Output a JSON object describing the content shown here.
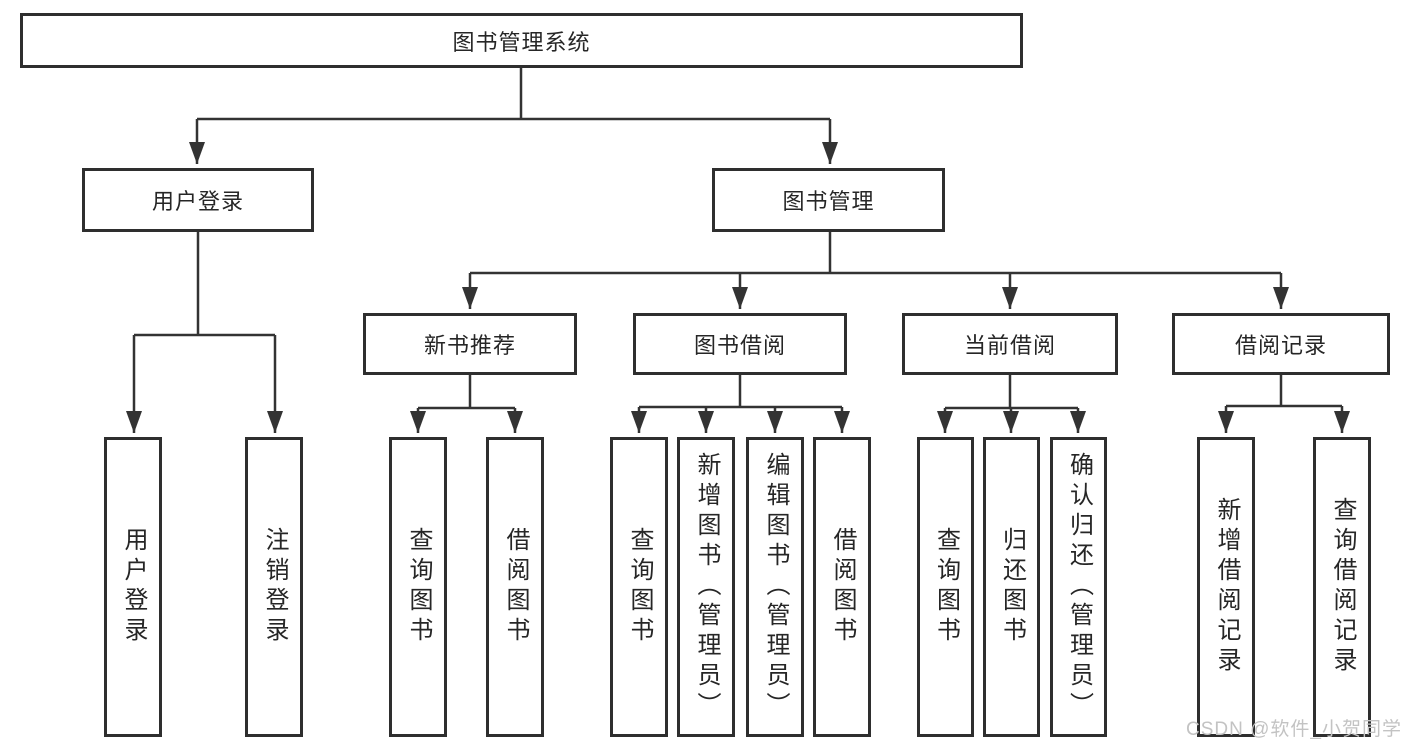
{
  "diagram": {
    "title_node": {
      "label": "图书管理系统"
    },
    "level2": {
      "user_login": {
        "label": "用户登录"
      },
      "book_mgmt": {
        "label": "图书管理"
      }
    },
    "level3": {
      "new_book_rec": {
        "label": "新书推荐"
      },
      "book_borrow": {
        "label": "图书借阅"
      },
      "current_borrow": {
        "label": "当前借阅"
      },
      "borrow_record": {
        "label": "借阅记录"
      }
    },
    "leaves": {
      "user_login_group": {
        "leaf_user_login": {
          "label": "用户登录"
        },
        "leaf_logout": {
          "label": "注销登录"
        }
      },
      "new_book_rec_group": {
        "leaf_query_book": {
          "label": "查询图书"
        },
        "leaf_borrow_book": {
          "label": "借阅图书"
        }
      },
      "book_borrow_group": {
        "leaf_query_book": {
          "label": "查询图书"
        },
        "leaf_add_book_admin": {
          "label": "新增图书（管理员）"
        },
        "leaf_edit_book_admin": {
          "label": "编辑图书（管理员）"
        },
        "leaf_borrow_book": {
          "label": "借阅图书"
        }
      },
      "current_borrow_group": {
        "leaf_query_book": {
          "label": "查询图书"
        },
        "leaf_return_book": {
          "label": "归还图书"
        },
        "leaf_confirm_return_admin": {
          "label": "确认归还（管理员）"
        }
      },
      "borrow_record_group": {
        "leaf_add_borrow_record": {
          "label": "新增借阅记录"
        },
        "leaf_query_borrow_record": {
          "label": "查询借阅记录"
        }
      }
    }
  },
  "watermark": {
    "text": "CSDN @软件_小贺同学"
  },
  "colors": {
    "line": "#333333",
    "box_border": "#2e2e2e",
    "text": "#262626",
    "watermark": "#c3c3c3",
    "background": "#ffffff"
  }
}
